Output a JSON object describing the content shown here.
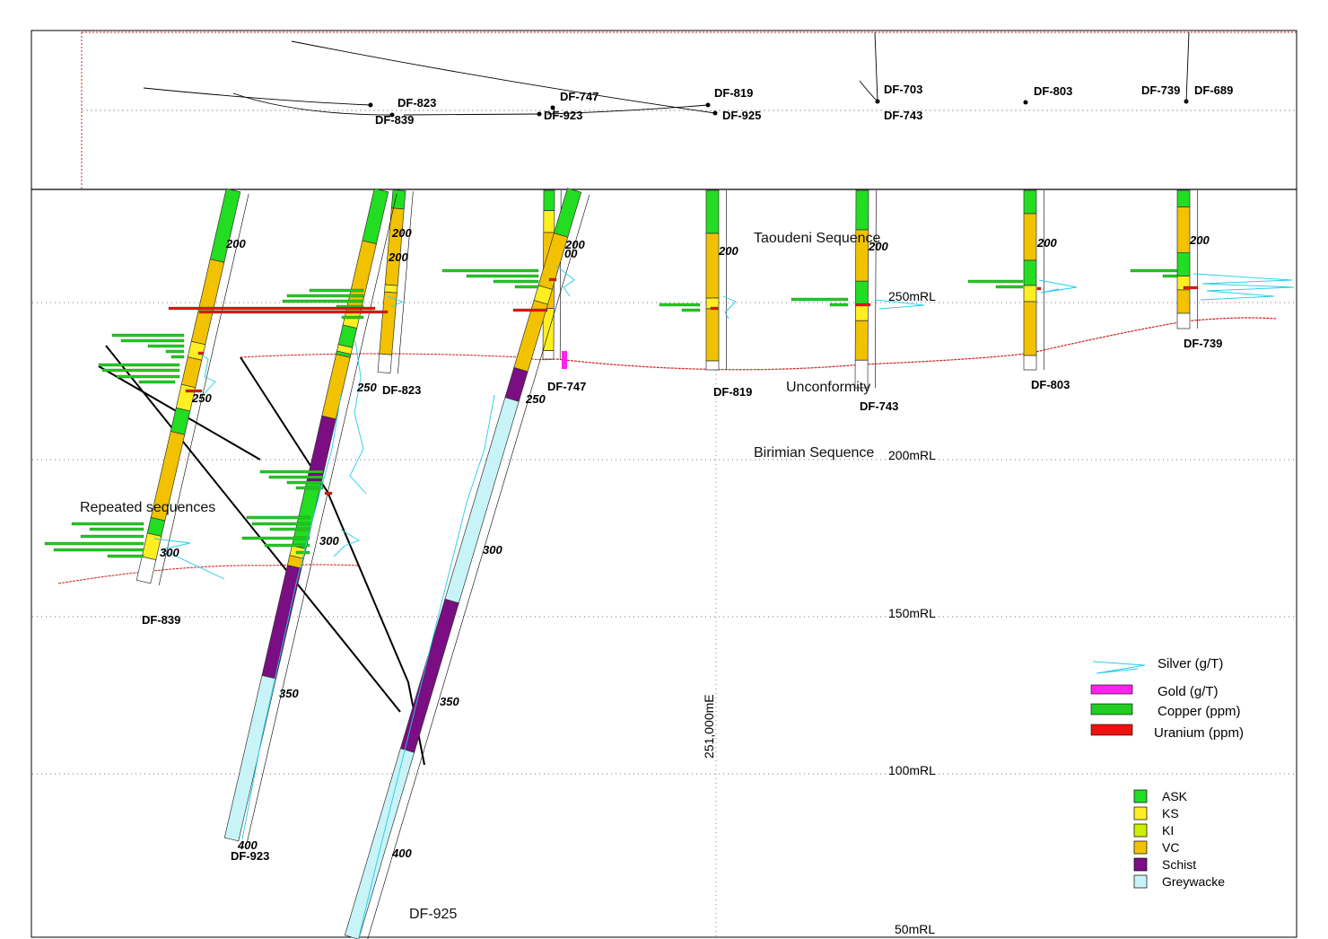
{
  "colors": {
    "ASK": "#22dd22",
    "KS": "#ffee22",
    "KI": "#ccee00",
    "VC": "#f2c200",
    "Schist": "#7a0e82",
    "Greywacke": "#c8f4f8",
    "silver": "#22ccee",
    "gold": "#ff22ee",
    "copper": "#22cc22",
    "uranium": "#ee1111",
    "unconformity": "#cc2222"
  },
  "plan": {
    "collars": [
      "DF-823",
      "DF-839",
      "DF-747",
      "DF-923",
      "DF-819",
      "DF-925",
      "DF-703",
      "DF-743",
      "DF-803",
      "DF-739",
      "DF-689"
    ]
  },
  "section": {
    "rl_labels": [
      "250mRL",
      "200mRL",
      "150mRL",
      "100mRL",
      "50mRL"
    ],
    "easting_label": "251,000mE",
    "annotations": {
      "taoudeni": "Taoudeni Sequence",
      "unconformity": "Unconformity",
      "birimian": "Birimian Sequence",
      "repeated": "Repeated sequences",
      "df925": "DF-925"
    },
    "holes": [
      "DF-839",
      "DF-823",
      "DF-747",
      "DF-819",
      "DF-743",
      "DF-803",
      "DF-739",
      "DF-923"
    ],
    "depths": {
      "d200": "200",
      "d250": "250",
      "d300": "300",
      "d350": "350",
      "d400": "400",
      "d00": "00"
    }
  },
  "legend": {
    "assays": [
      {
        "name": "silver",
        "label": "Silver (g/T)"
      },
      {
        "name": "gold",
        "label": "Gold (g/T)"
      },
      {
        "name": "copper",
        "label": "Copper (ppm)"
      },
      {
        "name": "uranium",
        "label": "Uranium (ppm)"
      }
    ],
    "lithology": [
      {
        "code": "ASK",
        "label": "ASK"
      },
      {
        "code": "KS",
        "label": "KS"
      },
      {
        "code": "KI",
        "label": "KI"
      },
      {
        "code": "VC",
        "label": "VC"
      },
      {
        "code": "Schist",
        "label": "Schist"
      },
      {
        "code": "Greywacke",
        "label": "Greywacke"
      }
    ]
  }
}
